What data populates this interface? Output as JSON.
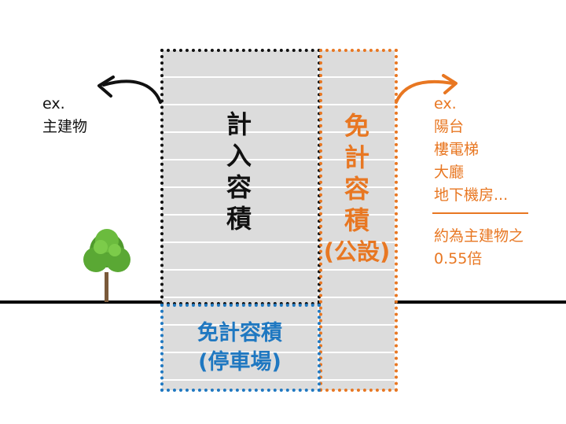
{
  "left_note": {
    "prefix": "ex.",
    "item": "主建物"
  },
  "left_block": {
    "chars": [
      "計",
      "入",
      "容",
      "積"
    ]
  },
  "right_block": {
    "chars": [
      "免",
      "計",
      "容",
      "積"
    ],
    "sub": "(公設)"
  },
  "basement": {
    "line1": "免計容積",
    "line2": "(停車場)"
  },
  "right_note": {
    "prefix": "ex.",
    "items": [
      "陽台",
      "樓電梯",
      "大廳",
      "地下機房..."
    ],
    "ratio_line1": "約為主建物之",
    "ratio_line2": "0.55倍"
  },
  "colors": {
    "black": "#111111",
    "orange": "#e87722",
    "blue": "#1f78c1",
    "gray": "#dcdcdc"
  }
}
